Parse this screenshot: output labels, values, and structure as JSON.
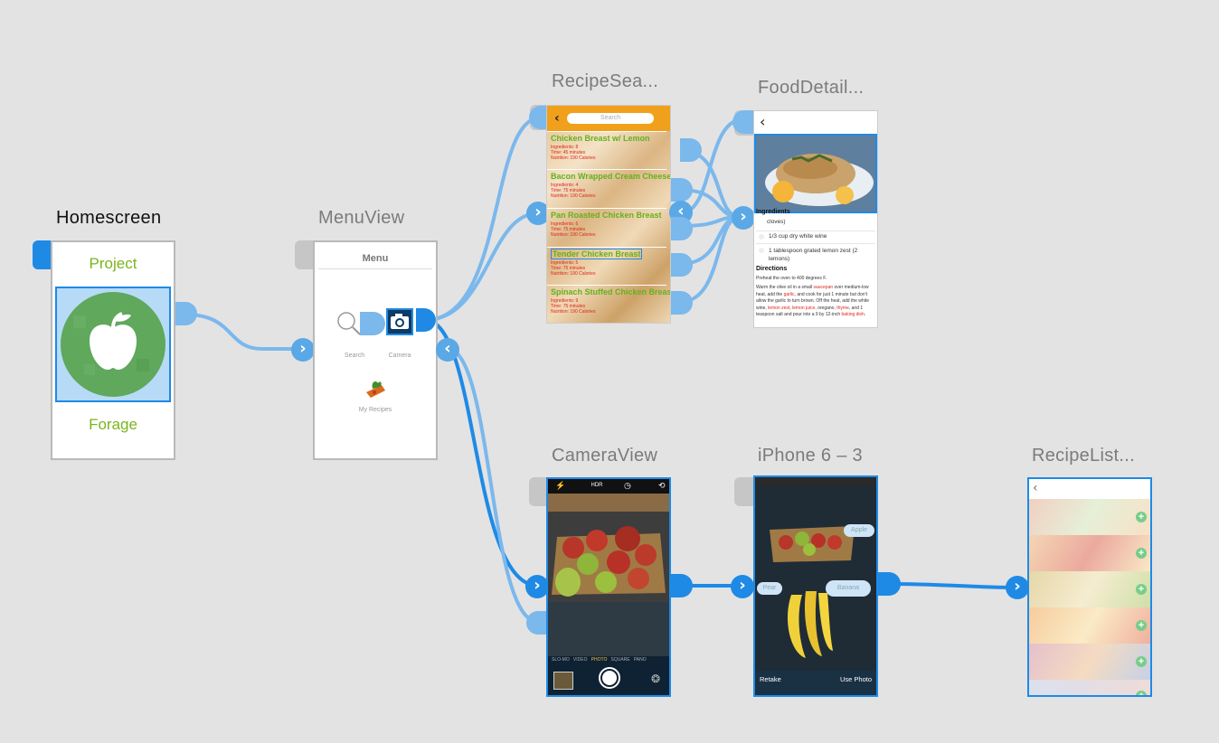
{
  "artboards": {
    "homescreen": {
      "title": "Homescreen",
      "project": "Project",
      "forage": "Forage"
    },
    "menu": {
      "title": "MenuView",
      "header": "Menu",
      "search": "Search",
      "camera": "Camera",
      "recipes": "My Recipes"
    },
    "recipe_search": {
      "title": "RecipeSea...",
      "search_placeholder": "Search",
      "items": [
        {
          "name": "Chicken Breast w/ Lemon",
          "line1": "Ingredients: 8",
          "line2": "Time: 45 minutes",
          "line3": "Nutrition: 190 Calories"
        },
        {
          "name": "Bacon Wrapped Cream Cheese",
          "line1": "Ingredients: 4",
          "line2": "Time: 75 minutes",
          "line3": "Nutrition: 190 Calories"
        },
        {
          "name": "Pan Roasted Chicken Breast",
          "line1": "Ingredients: 6",
          "line2": "Time: 75 minutes",
          "line3": "Nutrition: 190 Calories"
        },
        {
          "name": "Tender Chicken Breast",
          "line1": "Ingredients: 5",
          "line2": "Time: 75 minutes",
          "line3": "Nutrition: 190 Calories"
        },
        {
          "name": "Spinach Stuffed Chicken Breast",
          "line1": "Ingredients: 9",
          "line2": "Time: 75 minutes",
          "line3": "Nutrition: 190 Calories"
        }
      ]
    },
    "food_detail": {
      "title": "FoodDetail...",
      "ingredients_heading": "Ingredients",
      "ingredients": [
        "cloves)",
        "1/3 cup dry white wine",
        "1 tablespoon grated lemon zest (2 lemons)"
      ],
      "directions_heading": "Directions",
      "directions_1": "Preheat the oven to 400 degrees F.",
      "directions_2a": "Warm the olive oil in a small ",
      "directions_2b": "saucepan",
      "directions_2c": " over medium-low heat, add the ",
      "directions_2d": "garlic",
      "directions_2e": ", and cook for just 1 minute but don't allow the garlic to turn brown. Off the heat, add the white wine, ",
      "directions_2f": "lemon zest",
      "directions_2g": ", ",
      "directions_2h": "lemon juice",
      "directions_2i": ", oregano, ",
      "directions_2j": "thyme",
      "directions_2k": ", and 1 teaspoon salt and pour into a 9 by 12-inch ",
      "directions_2l": "baking dish",
      "directions_2m": "."
    },
    "camera": {
      "title": "CameraView",
      "hdr": "HDR",
      "modes": [
        "SLO-MO",
        "VIDEO",
        "PHOTO",
        "SQUARE",
        "PANO"
      ]
    },
    "iphone": {
      "title": "iPhone 6 – 3",
      "labels": {
        "apple": "Apple",
        "pear": "Pear",
        "banana": "Banana"
      },
      "retake": "Retake",
      "use_photo": "Use Photo"
    },
    "recipe_list": {
      "title": "RecipeList..."
    }
  },
  "colors": {
    "canvas": "#e3e3e3",
    "link_blue": "#1e8ae6",
    "link_light": "#7bb8ec",
    "project_green": "#7ab51d",
    "search_orange": "#f0a01a",
    "recipe_green": "#62b21c",
    "recipe_red": "#e0251b"
  }
}
